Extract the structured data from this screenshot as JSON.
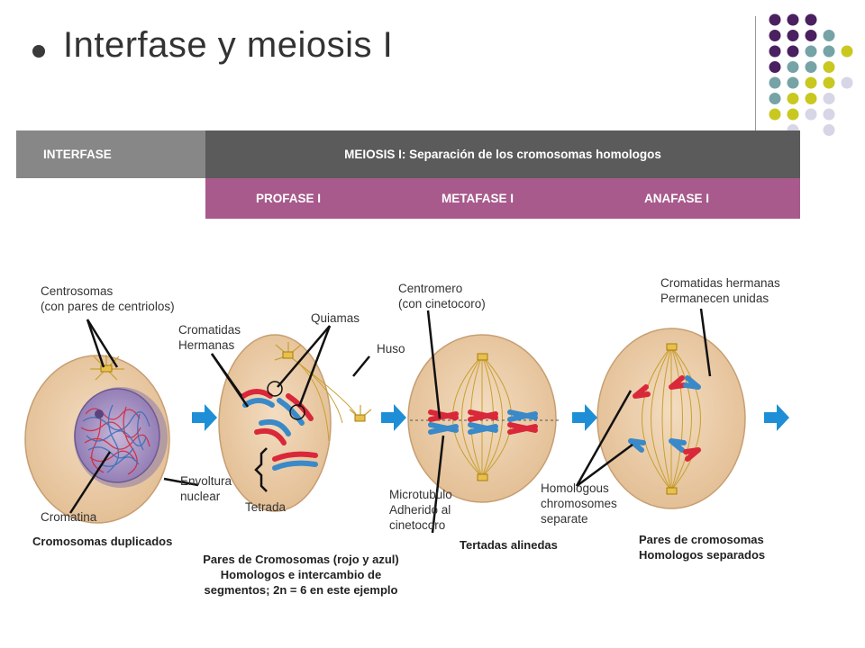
{
  "slide": {
    "title": "Interfase y meiosis I"
  },
  "header": {
    "interfase": "INTERFASE",
    "meiosis": "MEIOSIS I: Separación de los cromosomas homologos",
    "profase": "PROFASE I",
    "metafase": "METAFASE I",
    "anafase": "ANAFASE I"
  },
  "labels": {
    "centrosomas": [
      "Centrosomas",
      "(con pares de centriolos)"
    ],
    "cromatina": "Cromatina",
    "envoltura": [
      "Envoltura",
      "nuclear"
    ],
    "cromatidas": [
      "Cromatidas",
      "Hermanas"
    ],
    "quiamas": "Quiamas",
    "huso": "Huso",
    "tetrada": "Tetrada",
    "centromero": [
      "Centromero",
      "(con cinetocoro)"
    ],
    "microtubulo": [
      "Microtubulo",
      "Adherido al",
      "cinetocoro"
    ],
    "cromatidas_unidas": [
      "Cromatidas hermanas",
      "Permanecen unidas"
    ],
    "homologous": [
      "Homologous",
      "chromosomes",
      "separate"
    ]
  },
  "captions": {
    "interfase": "Cromosomas duplicados",
    "profase": [
      "Pares de Cromosomas (rojo y azul)",
      "Homologos e intercambio de",
      "segmentos; 2n = 6 en este ejemplo"
    ],
    "metafase": "Tertadas alinedas",
    "anafase": [
      "Pares de cromosomas",
      "Homologos separados"
    ]
  },
  "colors": {
    "purple": "#4a2060",
    "teal": "#76a3a6",
    "lime": "#c9c820",
    "lavender": "#d6d6e6",
    "grey_dark": "#5b5b5b",
    "grey_mid": "#878787",
    "magenta": "#a85a8c",
    "cell": "#edcfa8",
    "chrom_red": "#d9283a",
    "chrom_blue": "#3a89c9",
    "arrow": "#1e8fd6"
  }
}
